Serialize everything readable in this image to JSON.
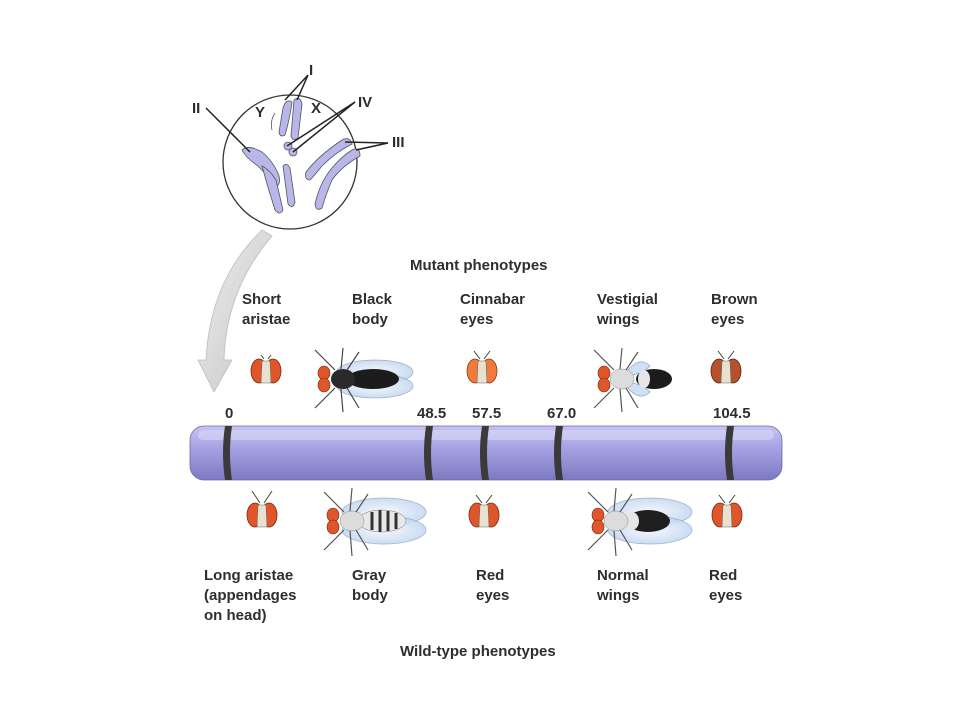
{
  "roman_labels": {
    "I": "I",
    "II": "II",
    "III": "III",
    "IV": "IV",
    "X": "X",
    "Y": "Y"
  },
  "headings": {
    "mutant": "Mutant phenotypes",
    "wild": "Wild-type phenotypes"
  },
  "positions": [
    "0",
    "48.5",
    "57.5",
    "67.0",
    "104.5"
  ],
  "mutant_labels": [
    "Short\naristae",
    "Black\nbody",
    "Cinnabar\neyes",
    "Vestigial\nwings",
    "Brown\neyes"
  ],
  "wild_labels": [
    "Long aristae\n(appendages\non head)",
    "Gray\nbody",
    "Red\neyes",
    "Normal\nwings",
    "Red\neyes"
  ],
  "colors": {
    "chromosome": "#9b98d8",
    "chromosome_light": "#c9c7f0",
    "band": "#3a3a3a",
    "arrow": "#d0d0d0",
    "eye_red": "#e0552a",
    "eye_brown": "#b5522c",
    "black_body": "#1c1c1c",
    "gray_body": "#dcdcdc"
  }
}
